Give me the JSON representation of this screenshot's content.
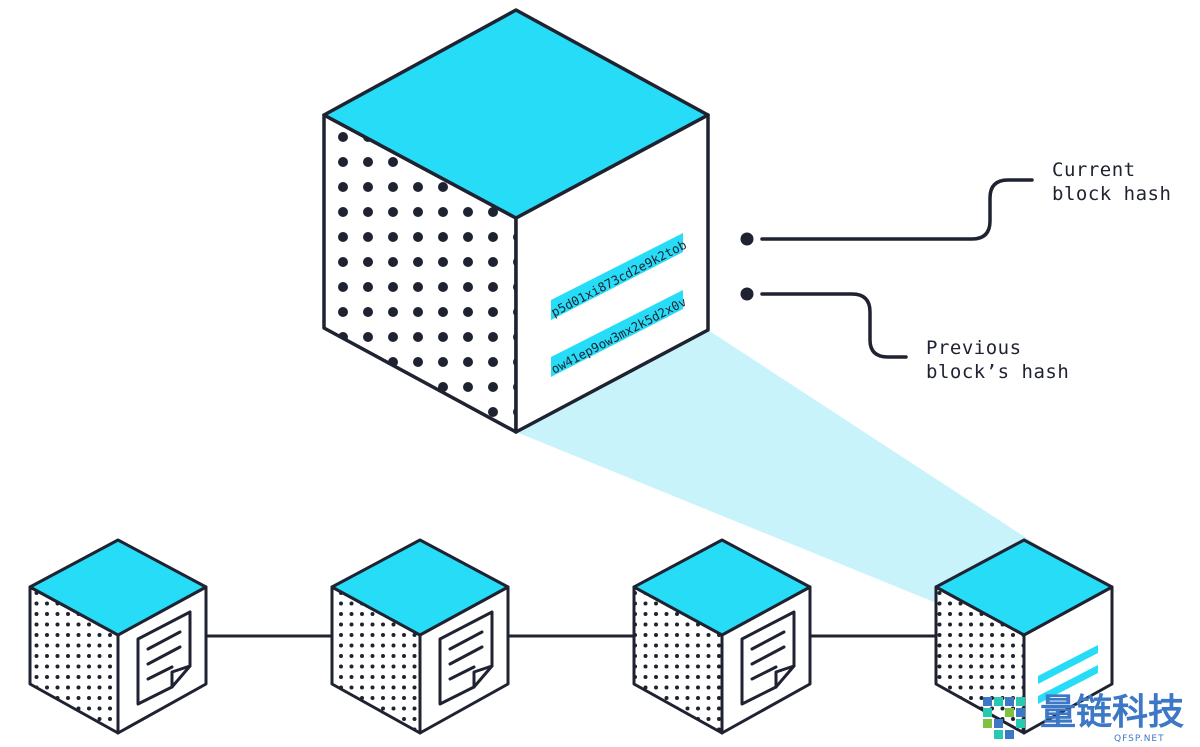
{
  "labels": {
    "current_hash_line1": "Current",
    "current_hash_line2": "block hash",
    "previous_hash_line1": "Previous",
    "previous_hash_line2": "block’s hash"
  },
  "hashes": {
    "current": "p5d01xi873cd2e9k2tob",
    "previous": "ow41ep9ow3mx2k5d2x0v"
  },
  "watermark": {
    "brand": "量链科技",
    "site": "QFSP.NET"
  },
  "chain": {
    "block_count": 4,
    "document_blocks": 3,
    "highlighted_block": 4
  },
  "colors": {
    "cyan": "#27dcf7",
    "stroke": "#1f2230",
    "beam": "#c9f3fb",
    "watermark": "#3d78c6"
  }
}
